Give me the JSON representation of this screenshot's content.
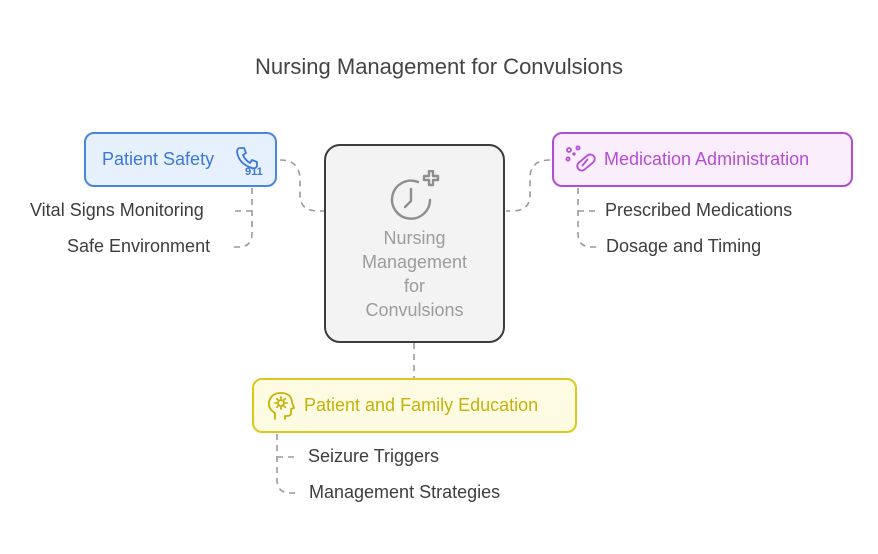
{
  "title": "Nursing Management for Convulsions",
  "center": {
    "label_lines": [
      "Nursing",
      "Management",
      "for",
      "Convulsions"
    ],
    "icon": "clock-plus-icon"
  },
  "branches": {
    "patient_safety": {
      "label": "Patient Safety",
      "icon": "phone-911-icon",
      "icon_text": "911",
      "color": "#4a86de",
      "items": [
        "Vital Signs Monitoring",
        "Safe Environment"
      ]
    },
    "medication": {
      "label": "Medication Administration",
      "icon": "pill-sparkle-icon",
      "color": "#b64cd2",
      "items": [
        "Prescribed Medications",
        "Dosage and Timing"
      ]
    },
    "education": {
      "label": "Patient and Family Education",
      "icon": "head-gear-icon",
      "color": "#dcc81d",
      "items": [
        "Seizure Triggers",
        "Management Strategies"
      ]
    }
  }
}
